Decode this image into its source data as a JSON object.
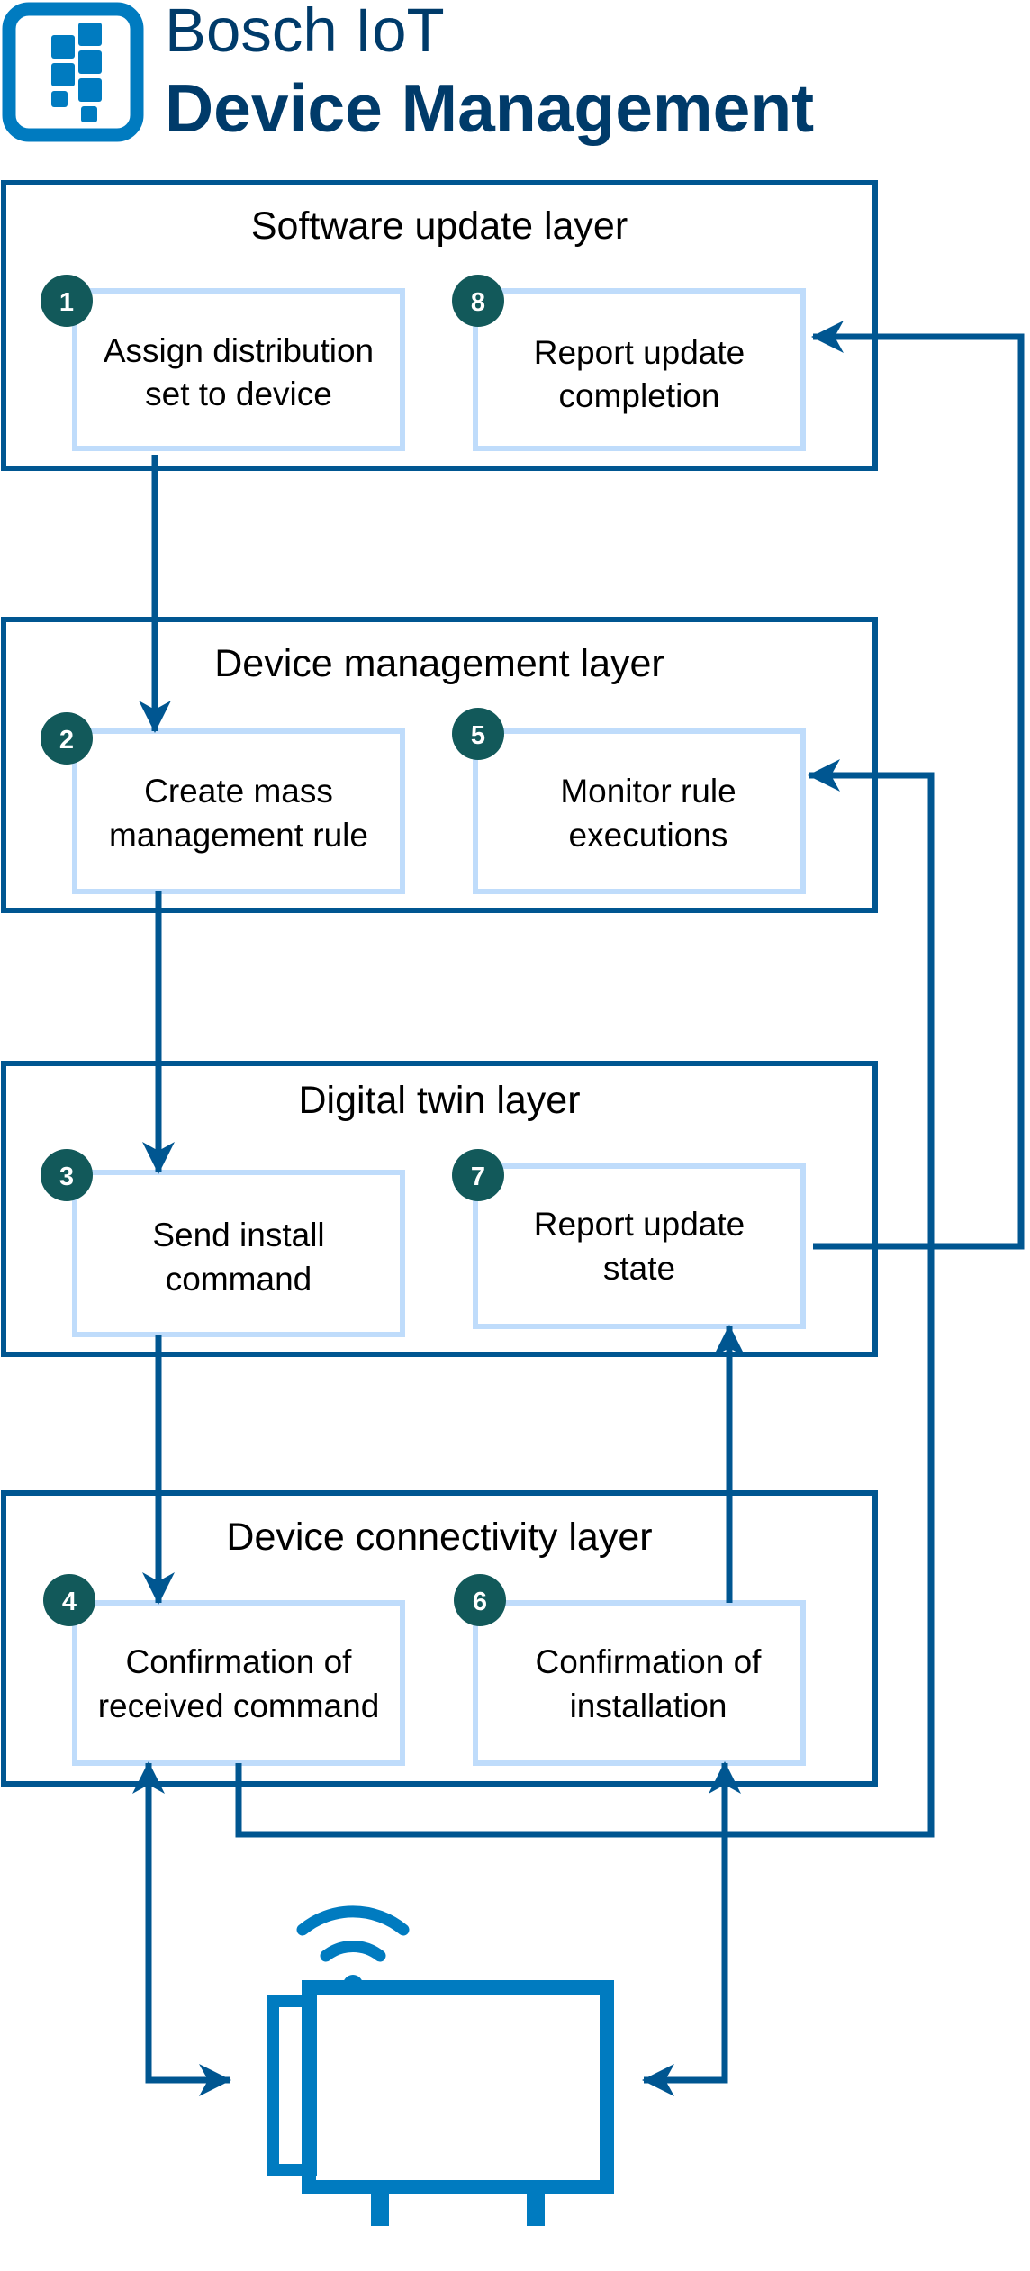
{
  "brand": {
    "line1": "Bosch IoT",
    "line2": "Device Management"
  },
  "colors": {
    "frame": "#005691",
    "step_border": "#bfdcfb",
    "badge": "#12595a",
    "logo": "#007bc0",
    "device": "#007bc0"
  },
  "layers": [
    {
      "title": "Software update layer",
      "left": {
        "num": "1",
        "lines": [
          "Assign distribution",
          "set to device"
        ]
      },
      "right": {
        "num": "8",
        "lines": [
          "Report update",
          "completion"
        ]
      }
    },
    {
      "title": "Device management layer",
      "left": {
        "num": "2",
        "lines": [
          "Create mass",
          "management rule"
        ]
      },
      "right": {
        "num": "5",
        "lines": [
          "Monitor rule",
          "executions"
        ]
      }
    },
    {
      "title": "Digital twin layer",
      "left": {
        "num": "3",
        "lines": [
          "Send install",
          "command"
        ]
      },
      "right": {
        "num": "7",
        "lines": [
          "Report update",
          "state"
        ]
      }
    },
    {
      "title": "Device connectivity layer",
      "left": {
        "num": "4",
        "lines": [
          "Confirmation of",
          "received command"
        ]
      },
      "right": {
        "num": "6",
        "lines": [
          "Confirmation of",
          "installation"
        ]
      }
    }
  ],
  "icons": {
    "logo": "bosch-iot-logo-icon",
    "device": "connected-device-icon"
  }
}
